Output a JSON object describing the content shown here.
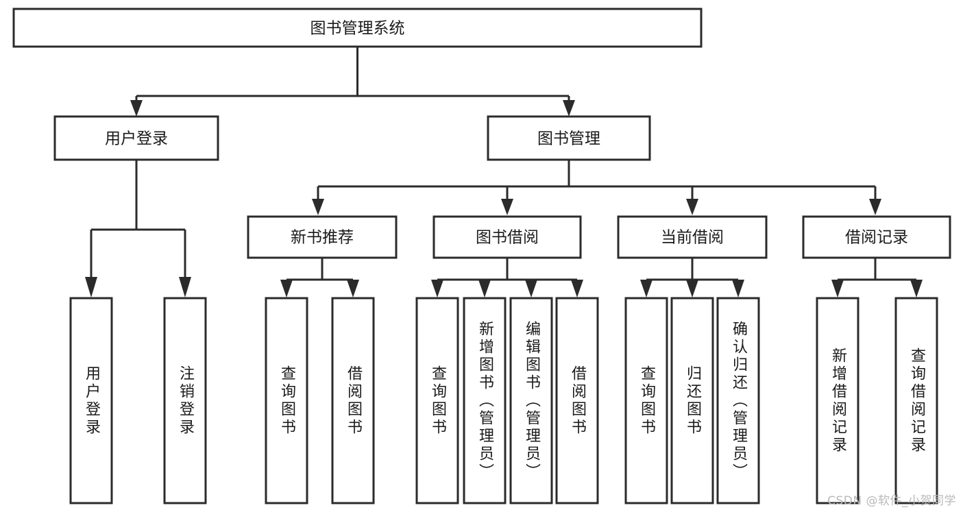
{
  "diagram": {
    "type": "tree-hierarchy",
    "title": "图书管理系统",
    "orientation": "top-down",
    "root": {
      "id": "root",
      "label": "图书管理系统"
    },
    "level2": [
      {
        "id": "user-login",
        "label": "用户登录"
      },
      {
        "id": "book-manage",
        "label": "图书管理"
      }
    ],
    "level3": [
      {
        "id": "new-book-rec",
        "label": "新书推荐",
        "parent": "book-manage"
      },
      {
        "id": "book-borrow",
        "label": "图书借阅",
        "parent": "book-manage"
      },
      {
        "id": "current-borrow",
        "label": "当前借阅",
        "parent": "book-manage"
      },
      {
        "id": "borrow-record",
        "label": "借阅记录",
        "parent": "book-manage"
      }
    ],
    "leaves": {
      "user-login": [
        {
          "id": "leaf-user-login",
          "label": "用户登录"
        },
        {
          "id": "leaf-logout",
          "label": "注销登录"
        }
      ],
      "new-book-rec": [
        {
          "id": "leaf-query-book-1",
          "label": "查询图书"
        },
        {
          "id": "leaf-borrow-book-1",
          "label": "借阅图书"
        }
      ],
      "book-borrow": [
        {
          "id": "leaf-query-book-2",
          "label": "查询图书"
        },
        {
          "id": "leaf-add-book",
          "label": "新增图书（管理员）"
        },
        {
          "id": "leaf-edit-book",
          "label": "编辑图书（管理员）"
        },
        {
          "id": "leaf-borrow-book-2",
          "label": "借阅图书"
        }
      ],
      "current-borrow": [
        {
          "id": "leaf-query-book-3",
          "label": "查询图书"
        },
        {
          "id": "leaf-return-book",
          "label": "归还图书"
        },
        {
          "id": "leaf-confirm-return",
          "label": "确认归还（管理员）"
        }
      ],
      "borrow-record": [
        {
          "id": "leaf-add-record",
          "label": "新增借阅记录"
        },
        {
          "id": "leaf-query-record",
          "label": "查询借阅记录"
        }
      ]
    }
  },
  "watermark": {
    "text": "CSDN @软件_小贺同学"
  },
  "colors": {
    "stroke": "#2b2b2b",
    "box_fill": "#ffffff",
    "text": "#1a1a1a",
    "background": "#ffffff",
    "watermark": "#b9b9b9"
  }
}
